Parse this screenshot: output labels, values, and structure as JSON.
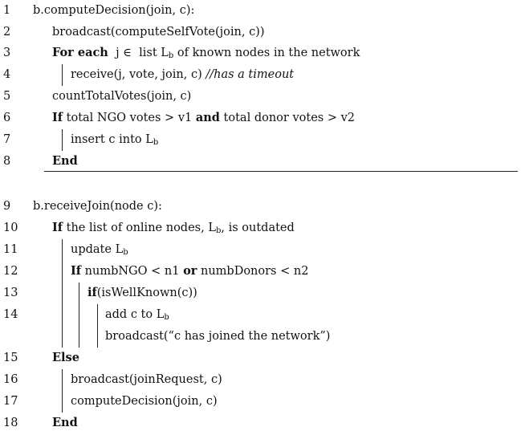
{
  "lines": [
    {
      "num": "1",
      "segments": [
        {
          "t": "b.computeDecision(join, c):",
          "s": "n"
        }
      ]
    },
    {
      "num": "2",
      "segments": [
        {
          "t": "broadcast(computeSelfVote(join, c))",
          "s": "n"
        }
      ]
    },
    {
      "num": "3",
      "segments": [
        {
          "t": "For each",
          "s": "b"
        },
        {
          "t": "  j ∈  list L",
          "s": "n"
        },
        {
          "t": "b",
          "s": "sub"
        },
        {
          "t": " of known nodes in the network",
          "s": "n"
        }
      ]
    },
    {
      "num": "4",
      "segments": [
        {
          "t": "receive(j, vote, join, c) ",
          "s": "n"
        },
        {
          "t": "//has a timeout",
          "s": "i"
        }
      ]
    },
    {
      "num": "5",
      "segments": [
        {
          "t": "countTotalVotes(join, c)",
          "s": "n"
        }
      ]
    },
    {
      "num": "6",
      "segments": [
        {
          "t": "If",
          "s": "b"
        },
        {
          "t": " total NGO votes > v1 ",
          "s": "n"
        },
        {
          "t": "and",
          "s": "b"
        },
        {
          "t": " total donor votes > v2",
          "s": "n"
        }
      ]
    },
    {
      "num": "7",
      "segments": [
        {
          "t": "insert c into L",
          "s": "n"
        },
        {
          "t": "b",
          "s": "sub"
        }
      ]
    },
    {
      "num": "8",
      "segments": [
        {
          "t": "End",
          "s": "b"
        }
      ]
    },
    {
      "num": "9",
      "segments": [
        {
          "t": "b.receiveJoin(node c):",
          "s": "n"
        }
      ]
    },
    {
      "num": "10",
      "segments": [
        {
          "t": "If",
          "s": "b"
        },
        {
          "t": " the list of online nodes, L",
          "s": "n"
        },
        {
          "t": "b",
          "s": "sub"
        },
        {
          "t": ", is outdated",
          "s": "n"
        }
      ]
    },
    {
      "num": "11",
      "segments": [
        {
          "t": "update L",
          "s": "n"
        },
        {
          "t": "b",
          "s": "sub"
        }
      ]
    },
    {
      "num": "12",
      "segments": [
        {
          "t": "If",
          "s": "b"
        },
        {
          "t": " numbNGO < n1 ",
          "s": "n"
        },
        {
          "t": "or",
          "s": "b"
        },
        {
          "t": " numbDonors < n2",
          "s": "n"
        }
      ]
    },
    {
      "num": "13",
      "segments": [
        {
          "t": "if",
          "s": "b"
        },
        {
          "t": "(isWellKnown(c))",
          "s": "n"
        }
      ]
    },
    {
      "num": "14",
      "segments": [
        {
          "t": "add c to L",
          "s": "n"
        },
        {
          "t": "b",
          "s": "sub"
        }
      ]
    },
    {
      "num": "",
      "segments": [
        {
          "t": "broadcast(“c has joined the network”)",
          "s": "n"
        }
      ]
    },
    {
      "num": "15",
      "segments": [
        {
          "t": "Else",
          "s": "b"
        }
      ]
    },
    {
      "num": "16",
      "segments": [
        {
          "t": "broadcast(joinRequest, c)",
          "s": "n"
        }
      ]
    },
    {
      "num": "17",
      "segments": [
        {
          "t": "computeDecision(join, c)",
          "s": "n"
        }
      ]
    },
    {
      "num": "18",
      "segments": [
        {
          "t": "End",
          "s": "b"
        }
      ]
    }
  ]
}
